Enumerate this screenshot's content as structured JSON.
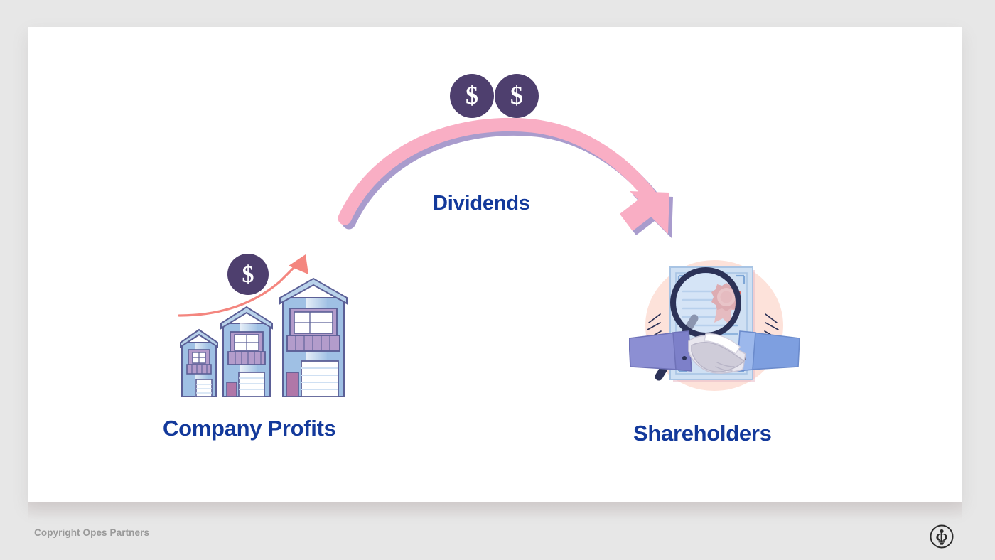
{
  "slide": {
    "labels": {
      "source": "Company Profits",
      "flow": "Dividends",
      "target": "Shareholders"
    },
    "icons": {
      "coin_top_left": "dollar-coin-icon",
      "coin_top_right": "dollar-coin-icon",
      "coin_profits": "dollar-coin-icon",
      "growth_arrow": "upward-trend-arrow-icon",
      "flow_arrow": "curved-arrow-right-icon",
      "buildings": "growing-buildings-illustration",
      "shareholders": "certificate-handshake-illustration"
    },
    "colors": {
      "label_blue": "#13399b",
      "coin_purple": "#4e3f6e",
      "arrow_pink": "#f9aec4",
      "arrow_purple_shadow": "#a99ccd",
      "trend_salmon": "#f4867f",
      "building_blue": "#9fc0e4",
      "building_outline": "#5b5f96",
      "building_purple": "#b39ccb",
      "peach_circle": "#fde2da",
      "ribbon_salmon": "#f2867d",
      "certificate_blue": "#cfe0f3",
      "sleeve_periwinkle": "#8c8fd3",
      "sleeve_blue": "#7e9fe0",
      "magnifier_navy": "#2c3257",
      "slide_bg": "#ffffff",
      "page_bg": "#e7e7e7"
    }
  },
  "footer": {
    "copyright": "Copyright Opes Partners",
    "logo": "fleur-de-lis-logo-icon"
  }
}
